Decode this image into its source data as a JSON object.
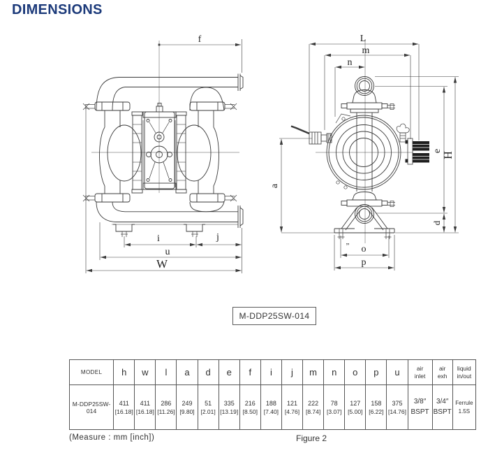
{
  "header": {
    "title": "DIMENSIONS"
  },
  "colors": {
    "title_navy": "#1c3a7a",
    "line": "#3a3a3a"
  },
  "figure": {
    "model_label": "M-DDP25SW-014",
    "measure_note": "(Measure : mm [inch])",
    "caption": "Figure 2",
    "front_view_labels": {
      "f": "f",
      "i": "i",
      "j": "j",
      "u": "u",
      "W": "W"
    },
    "side_view_labels": {
      "L": "L",
      "m": "m",
      "n": "n",
      "a": "a",
      "e": "e",
      "H": "H",
      "d": "d",
      "o": "o",
      "p": "p",
      "slot_mark": "„"
    }
  },
  "table": {
    "columns": [
      "MODEL",
      "h",
      "w",
      "l",
      "a",
      "d",
      "e",
      "f",
      "i",
      "j",
      "m",
      "n",
      "o",
      "p",
      "u",
      "air\ninlet",
      "air\nexh",
      "liquid\nin/out"
    ],
    "row": {
      "model": "M-DDP25SW-014",
      "dims_mm": [
        "411",
        "411",
        "286",
        "249",
        "51",
        "335",
        "216",
        "188",
        "121",
        "222",
        "78",
        "127",
        "158",
        "375"
      ],
      "dims_inch": [
        "[16.18]",
        "[16.18]",
        "[11.26]",
        "[9.80]",
        "[2.01]",
        "[13.19]",
        "[8.50]",
        "[7.40]",
        "[4.76]",
        "[8.74]",
        "[3.07]",
        "[5.00]",
        "[6.22]",
        "[14.76]"
      ],
      "air_inlet": [
        "3/8″",
        "BSPT"
      ],
      "air_exh": [
        "3/4″",
        "BSPT"
      ],
      "liquid_in_out": [
        "Ferrule",
        "1.5S"
      ]
    }
  }
}
